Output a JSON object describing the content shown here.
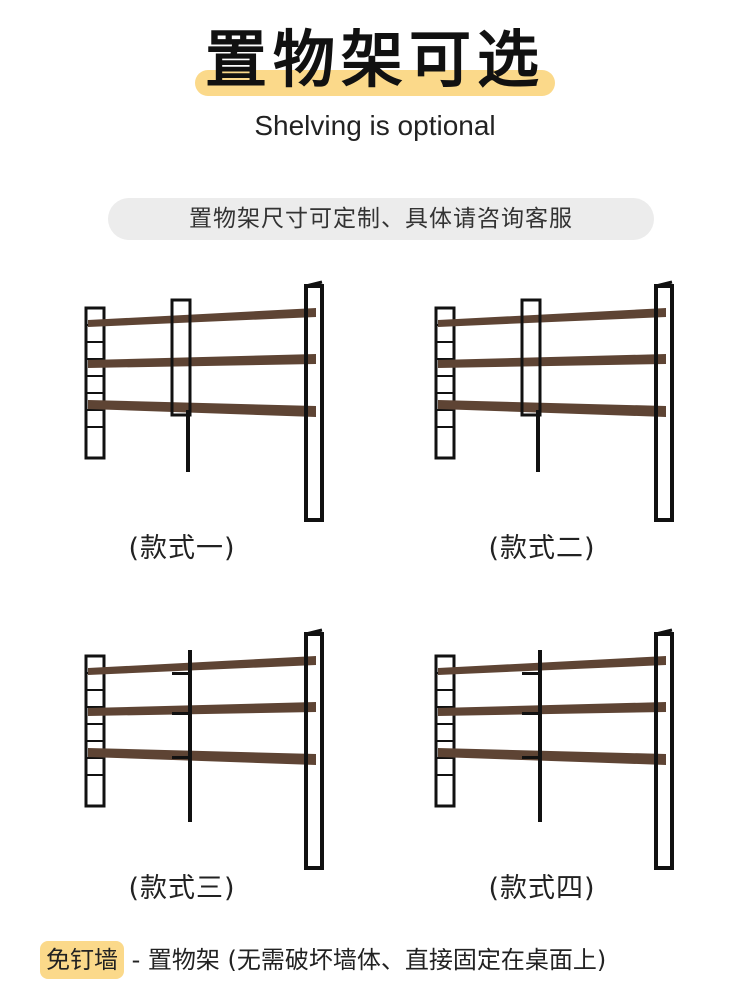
{
  "header": {
    "title": "置物架可选",
    "subtitle": "Shelving is optional"
  },
  "notice": "置物架尺寸可定制、具体请咨询客服",
  "styles": [
    {
      "label": "(款式一)",
      "variant": "frames"
    },
    {
      "label": "(款式二)",
      "variant": "frames"
    },
    {
      "label": "(款式三)",
      "variant": "posts"
    },
    {
      "label": "(款式四)",
      "variant": "posts"
    }
  ],
  "footer": {
    "tag": "免钉墙",
    "text": " - 置物架 (无需破坏墙体、直接固定在桌面上)"
  },
  "colors": {
    "highlight": "#fbd98a",
    "wood": "#5e4434",
    "frame": "#111111",
    "notice_bg": "#ececec"
  }
}
